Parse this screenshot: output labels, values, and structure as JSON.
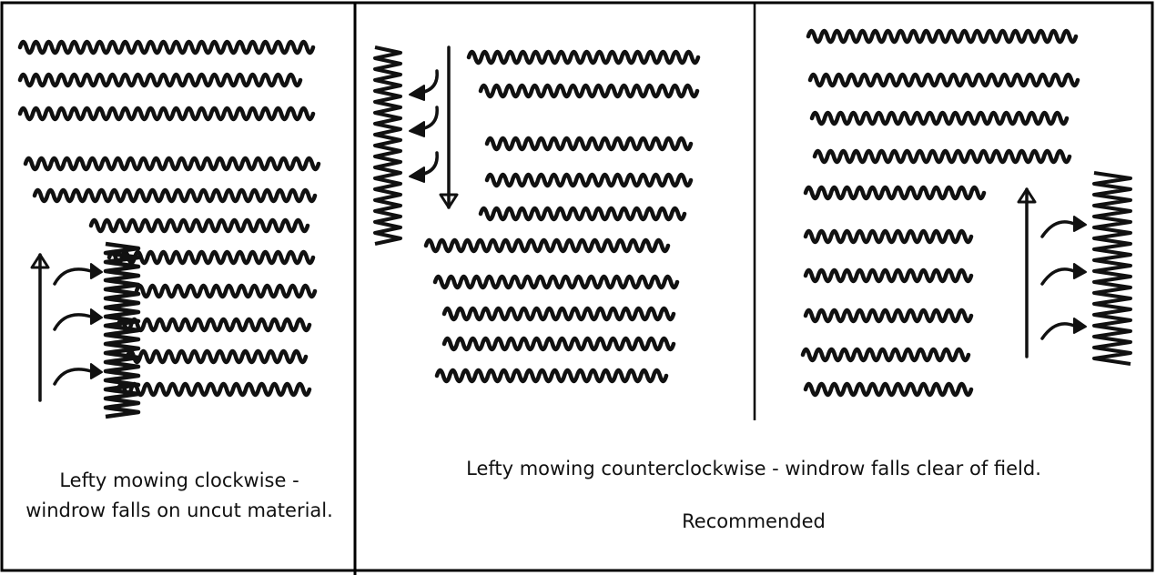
{
  "panels": [
    {
      "id": "left",
      "caption_lines": [
        "Lefty mowing clockwise -",
        "windrow falls on uncut material."
      ]
    },
    {
      "id": "right",
      "caption": "Lefty mowing counterclockwise - windrow falls clear of field.",
      "note": "Recommended"
    }
  ],
  "colors": {
    "ink": "#111111",
    "border": "#000000",
    "paper": "#ffffff"
  }
}
